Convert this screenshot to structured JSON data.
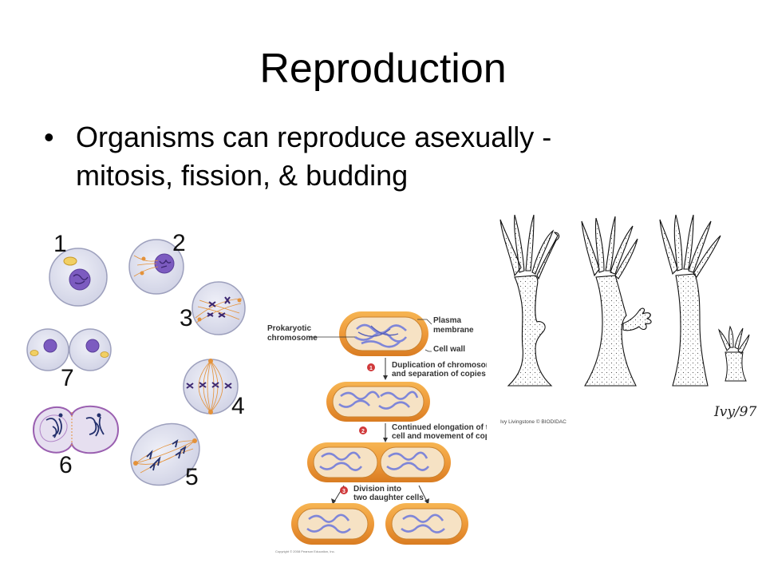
{
  "slide": {
    "title": "Reproduction",
    "bullet_symbol": "•",
    "bullet_lines": [
      "Organisms can reproduce asexually -",
      "mitosis, fission, & budding"
    ]
  },
  "mitosis": {
    "stage_labels": [
      "1",
      "2",
      "3",
      "4",
      "5",
      "6",
      "7"
    ]
  },
  "fission": {
    "label_chromosome": [
      "Prokaryotic",
      "chromosome"
    ],
    "label_membrane": [
      "Plasma",
      "membrane"
    ],
    "label_wall": "Cell wall",
    "step1_number": "1",
    "step1": [
      "Duplication of chromosome",
      "and separation of copies"
    ],
    "step2_number": "2",
    "step2": [
      "Continued elongation of the",
      "cell and movement of copies"
    ],
    "step3_number": "3",
    "step3": [
      "Division into",
      "two daughter cells"
    ],
    "copyright": "Copyright © 2008 Pearson Education, Inc."
  },
  "budding": {
    "credit": "Ivy Livingstone © BIODIDAC",
    "signature": "Ivy/97"
  },
  "colors": {
    "cell_fill": "#e3e4f0",
    "cell_stroke": "#9da0bd",
    "nucleus": "#7c5bc0",
    "spindle": "#e4923a",
    "bacteria_orange": "#ee9a3a",
    "bacteria_inner": "#f6e2c4",
    "dna": "#7f86d8",
    "step_badge": "#d0393b"
  }
}
